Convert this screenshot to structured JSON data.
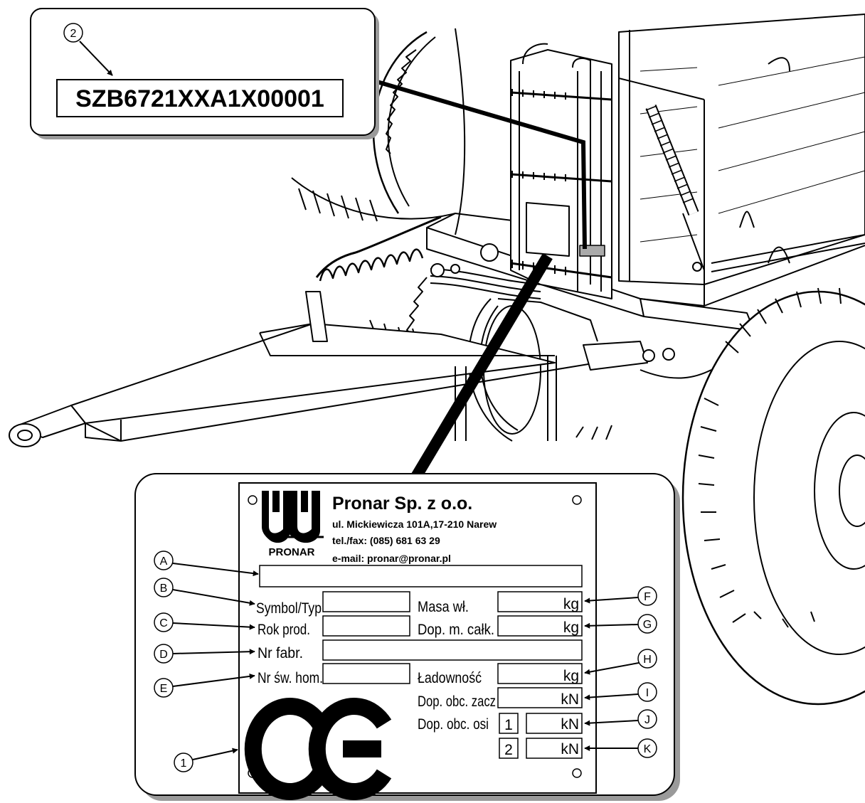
{
  "vin_callout": {
    "marker": "2",
    "vin": "SZB6721XXA1X00001"
  },
  "plate": {
    "callout_marker": "1",
    "logo_text": "PRONAR",
    "company": "Pronar Sp. z o.o.",
    "address": "ul. Mickiewicza 101A,17-210 Narew",
    "phone": "tel./fax: (085) 681 63 29",
    "email": "e-mail: pronar@pronar.pl",
    "fields": {
      "symbol": "Symbol/Typ",
      "year": "Rok prod.",
      "serial": "Nr fabr.",
      "homologation": "Nr św. hom.",
      "own_mass": "Masa wł.",
      "gross_mass": "Dop. m. całk.",
      "capacity": "Ładowność",
      "hitch_load": "Dop. obc. zacz",
      "axle_load": "Dop. obc. osi"
    },
    "units": {
      "kg": "kg",
      "kn": "kN"
    },
    "axles": [
      "1",
      "2"
    ],
    "markers": {
      "a": "A",
      "b": "B",
      "c": "C",
      "d": "D",
      "e": "E",
      "f": "F",
      "g": "G",
      "h": "H",
      "i": "I",
      "j": "J",
      "k": "K"
    },
    "ce_mark": "CE"
  },
  "colors": {
    "line": "#000000",
    "panel_fill": "#ffffff",
    "shadow": "#9a9a9a",
    "plate_fill": "#aaaaaa"
  }
}
